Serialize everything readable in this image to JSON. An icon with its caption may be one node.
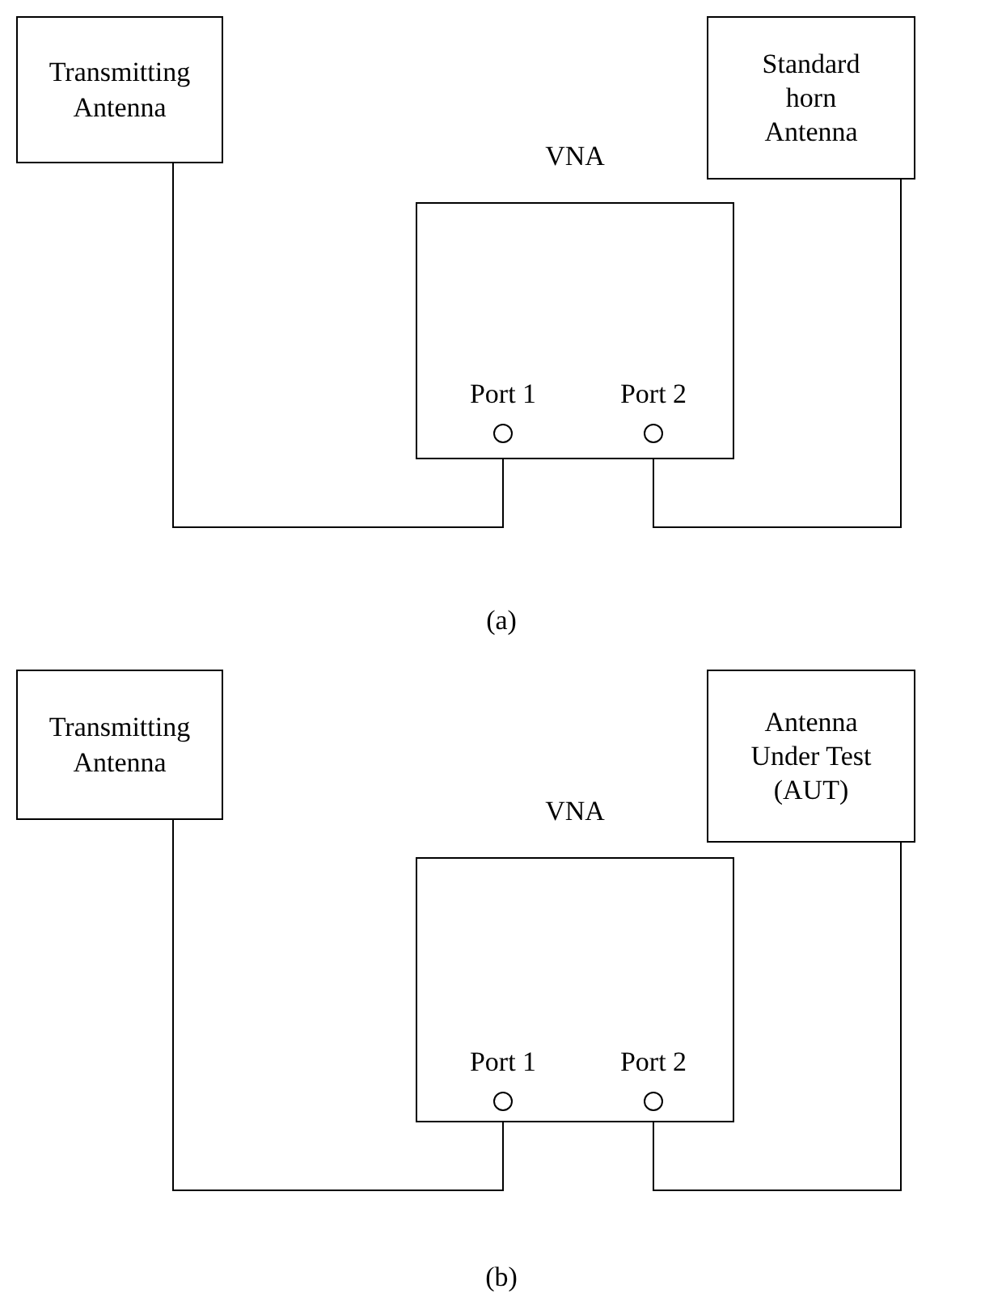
{
  "diagram": {
    "nodes": [
      {
        "text": [
          "Transmitting Antenna"
        ]
      },
      {
        "text": [
          "Standard horn Antenna"
        ]
      },
      {
        "text": [
          "VNA"
        ]
      },
      {
        "text": [],
        "shape": "circle",
        "in": 2,
        "beside": [
          "Port 1"
        ]
      },
      {
        "text": [],
        "shape": "circle",
        "in": 2,
        "beside": [
          "Port 2"
        ]
      },
      {
        "text": [
          "Transmitting Antenna"
        ]
      },
      {
        "text": [
          "Antenna Under Test (AUT)"
        ]
      },
      {
        "text": [
          "VNA"
        ]
      },
      {
        "text": [],
        "shape": "circle",
        "in": 7,
        "beside": [
          "Port 1"
        ]
      },
      {
        "text": [],
        "shape": "circle",
        "in": 7,
        "beside": [
          "Port 2"
        ]
      }
    ],
    "edges": [
      {
        "from": 0,
        "to": 3,
        "arrow": "none"
      },
      {
        "from": 4,
        "to": 1,
        "arrow": "none"
      },
      {
        "from": 5,
        "to": 8,
        "arrow": "none"
      },
      {
        "from": 9,
        "to": 6,
        "arrow": "none"
      }
    ],
    "labels": [
      "(a)",
      "(b)"
    ]
  }
}
